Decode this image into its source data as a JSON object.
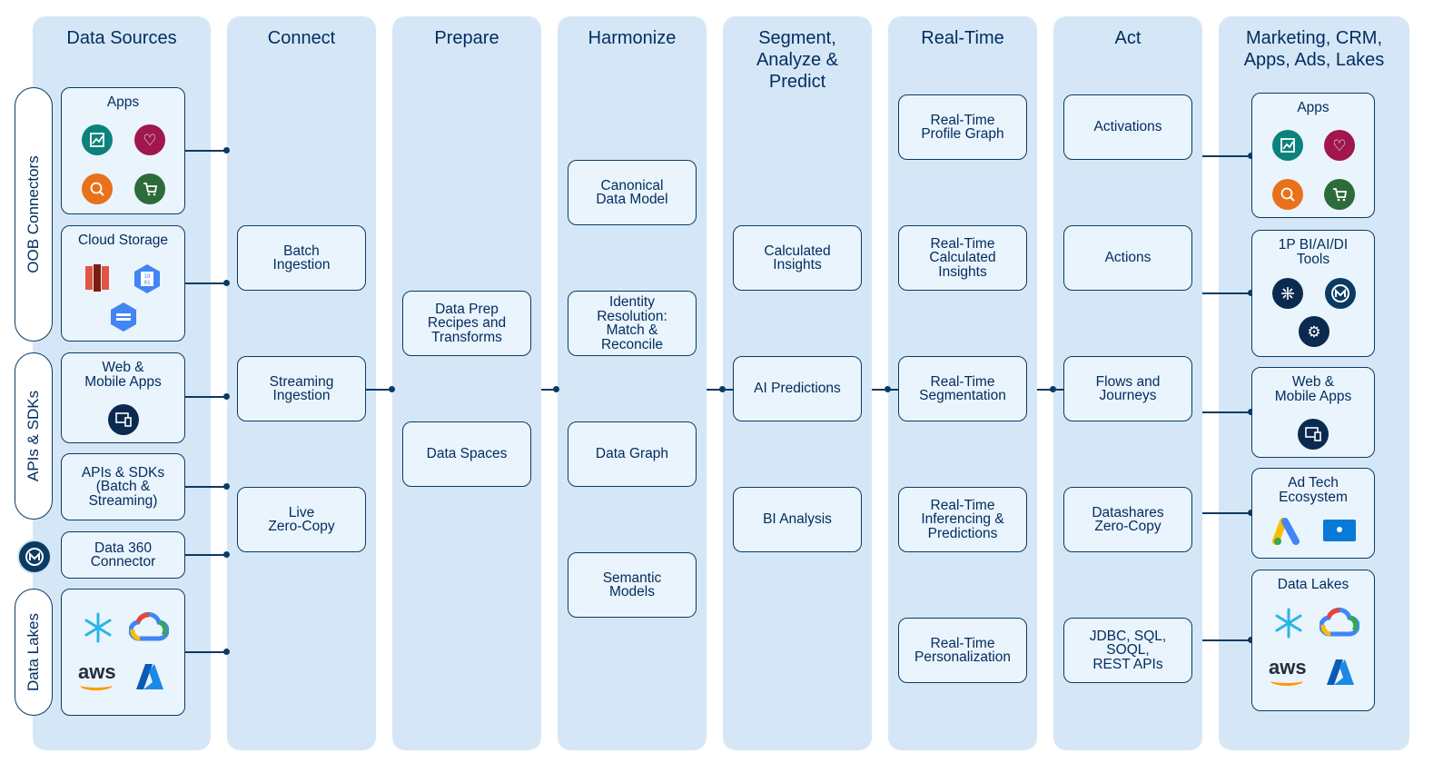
{
  "columns": {
    "data_sources": "Data Sources",
    "connect": "Connect",
    "prepare": "Prepare",
    "harmonize": "Harmonize",
    "segment": "Segment,\nAnalyze &\nPredict",
    "realtime": "Real-Time",
    "act": "Act",
    "destinations": "Marketing, CRM,\nApps, Ads, Lakes"
  },
  "side_labels": {
    "oob": "OOB Connectors",
    "apis": "APIs & SDKs",
    "lakes": "Data Lakes"
  },
  "sources": {
    "apps": "Apps",
    "cloud_storage": "Cloud Storage",
    "web_mobile": "Web &\nMobile Apps",
    "apis_sdks": "APIs & SDKs\n(Batch &\nStreaming)",
    "connector": "Data 360\nConnector"
  },
  "connect": {
    "batch": "Batch\nIngestion",
    "streaming": "Streaming\nIngestion",
    "live": "Live\nZero-Copy"
  },
  "prepare": {
    "recipes": "Data Prep\nRecipes and\nTransforms",
    "spaces": "Data Spaces"
  },
  "harmonize": {
    "canonical": "Canonical\nData Model",
    "identity": "Identity\nResolution:\nMatch &\nReconcile",
    "graph": "Data Graph",
    "semantic": "Semantic\nModels"
  },
  "segment": {
    "calculated": "Calculated\nInsights",
    "ai": "AI Predictions",
    "bi": "BI Analysis"
  },
  "realtime": {
    "profile": "Real-Time\nProfile Graph",
    "calculated": "Real-Time\nCalculated\nInsights",
    "segmentation": "Real-Time\nSegmentation",
    "inferencing": "Real-Time\nInferencing &\nPredictions",
    "personalization": "Real-Time\nPersonalization"
  },
  "act": {
    "activations": "Activations",
    "actions": "Actions",
    "flows": "Flows and\nJourneys",
    "datashares": "Datashares\nZero-Copy",
    "jdbc": "JDBC, SQL,\nSOQL,\nREST APIs"
  },
  "destinations": {
    "apps": "Apps",
    "bi_tools": "1P BI/AI/DI\nTools",
    "web_mobile": "Web &\nMobile Apps",
    "ad_tech": "Ad Tech\nEcosystem",
    "data_lakes": "Data Lakes"
  },
  "logos": {
    "aws": "aws"
  },
  "colors": {
    "column_bg": "#d5e7f7",
    "box_bg": "#eaf4fc",
    "border": "#0b3a63",
    "text": "#032d60"
  }
}
